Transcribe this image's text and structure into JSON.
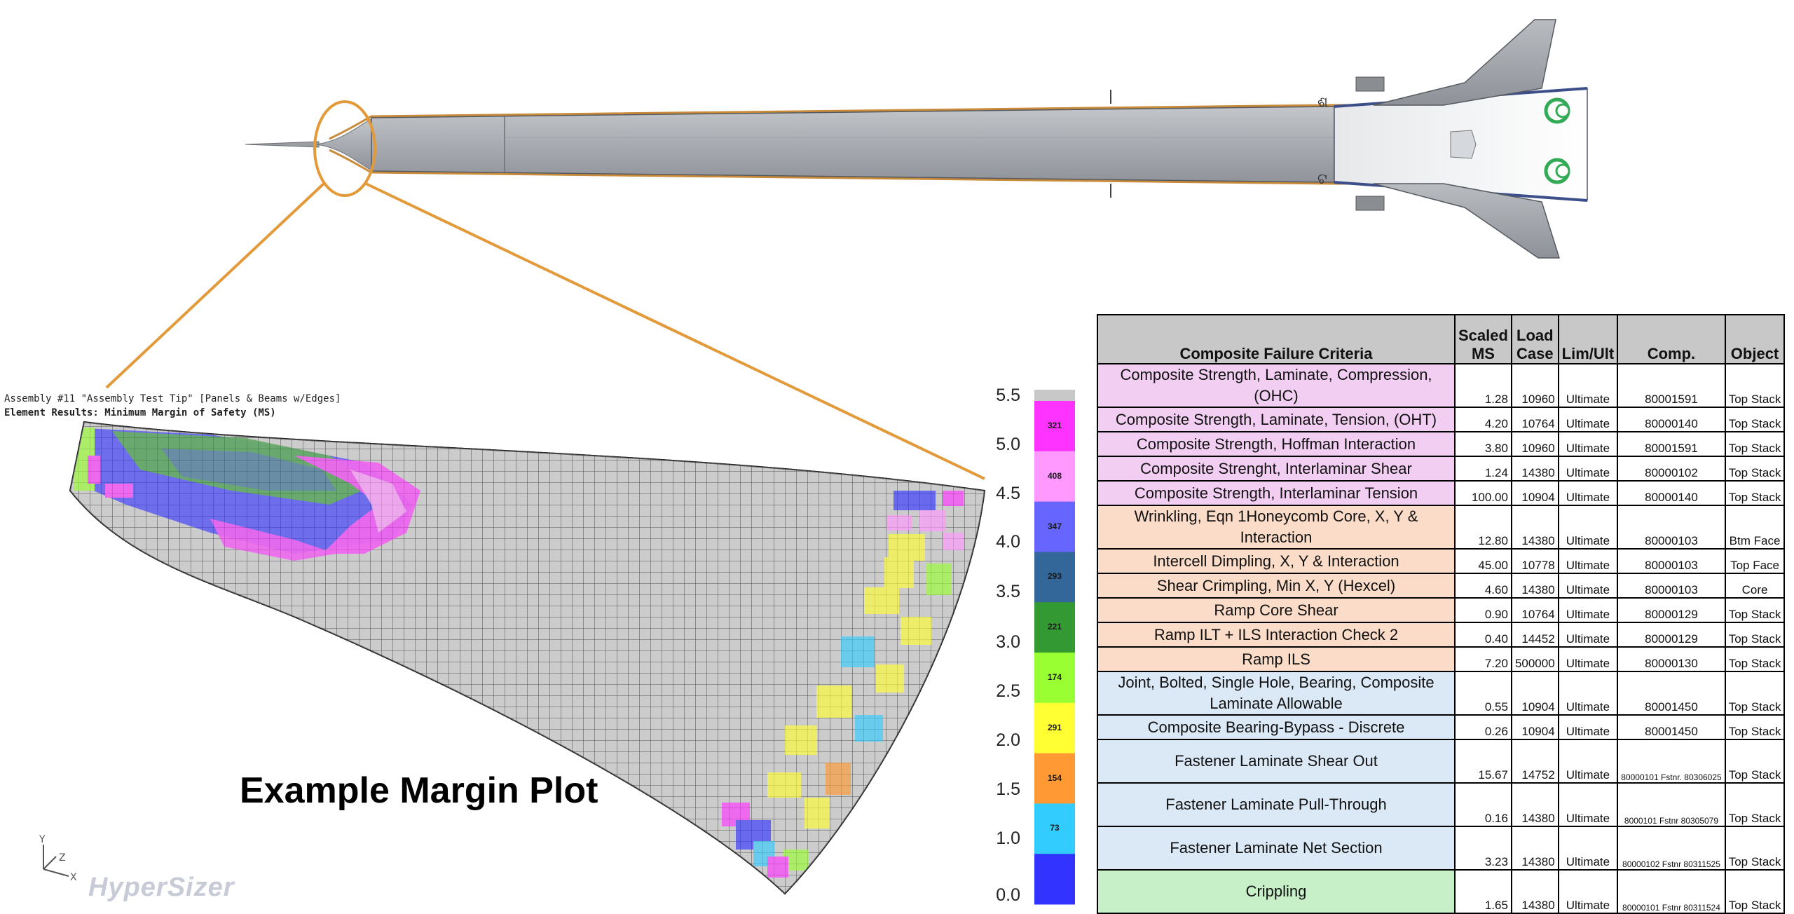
{
  "header": {
    "assembly_line": "Assembly #11 \"Assembly Test Tip\" [Panels & Beams w/Edges]",
    "results_line": "Element Results: Minimum Margin of Safety (MS)"
  },
  "plot_title": "Example Margin Plot",
  "logo_text": "HyperSizer",
  "vehicle": {
    "decal_top": "ଶ",
    "decal_bottom": "ଟ"
  },
  "legend": {
    "ticks": [
      "5.5",
      "5.0",
      "4.5",
      "4.0",
      "3.5",
      "3.0",
      "2.5",
      "2.0",
      "1.5",
      "1.0",
      "0.0"
    ],
    "bins": [
      {
        "count": "321",
        "color": "#ff33ff"
      },
      {
        "count": "408",
        "color": "#ff99ff"
      },
      {
        "count": "347",
        "color": "#6666ff"
      },
      {
        "count": "293",
        "color": "#336699"
      },
      {
        "count": "221",
        "color": "#339933"
      },
      {
        "count": "174",
        "color": "#99ff33"
      },
      {
        "count": "291",
        "color": "#ffff33"
      },
      {
        "count": "154",
        "color": "#ff9933"
      },
      {
        "count": "73",
        "color": "#33ccff"
      },
      {
        "count": "",
        "color": "#3333ff"
      }
    ]
  },
  "colors": {
    "ring": "#e39a3a",
    "mesh_gray": "#c9c9c9",
    "pink_row": "#f2cff2",
    "peach_row": "#fbdcc8",
    "blue_row": "#dbe8f6",
    "green_row": "#c8f0c8",
    "header_gray": "#c8c8c8"
  },
  "table": {
    "headers": {
      "criteria": "Composite Failure Criteria",
      "ms_1": "Scaled",
      "ms_2": "MS",
      "load_1": "Load",
      "load_2": "Case",
      "lim": "Lim/Ult",
      "comp": "Comp.",
      "object": "Object"
    },
    "rows": [
      {
        "criteria": "Composite Strength, Laminate, Compression, (OHC)",
        "ms": "1.28",
        "load": "10960",
        "lim": "Ultimate",
        "comp": "80001591",
        "object": "Top Stack",
        "group": "pink"
      },
      {
        "criteria": "Composite Strength, Laminate, Tension, (OHT)",
        "ms": "4.20",
        "load": "10764",
        "lim": "Ultimate",
        "comp": "80000140",
        "object": "Top Stack",
        "group": "pink"
      },
      {
        "criteria": "Composite Strength, Hoffman Interaction",
        "ms": "3.80",
        "load": "10960",
        "lim": "Ultimate",
        "comp": "80001591",
        "object": "Top Stack",
        "group": "pink"
      },
      {
        "criteria": "Composite Strenght, Interlaminar Shear",
        "ms": "1.24",
        "load": "14380",
        "lim": "Ultimate",
        "comp": "80000102",
        "object": "Top Stack",
        "group": "pink"
      },
      {
        "criteria": "Composite Strength, Interlaminar Tension",
        "ms": "100.00",
        "load": "10904",
        "lim": "Ultimate",
        "comp": "80000140",
        "object": "Top Stack",
        "group": "pink"
      },
      {
        "criteria": "Wrinkling, Eqn 1Honeycomb Core, X, Y & Interaction",
        "ms": "12.80",
        "load": "14380",
        "lim": "Ultimate",
        "comp": "80000103",
        "object": "Btm Face",
        "group": "peach"
      },
      {
        "criteria": "Intercell Dimpling, X, Y & Interaction",
        "ms": "45.00",
        "load": "10778",
        "lim": "Ultimate",
        "comp": "80000103",
        "object": "Top Face",
        "group": "peach"
      },
      {
        "criteria": "Shear Crimpling, Min X, Y (Hexcel)",
        "ms": "4.60",
        "load": "14380",
        "lim": "Ultimate",
        "comp": "80000103",
        "object": "Core",
        "group": "peach"
      },
      {
        "criteria": "Ramp Core Shear",
        "ms": "0.90",
        "load": "10764",
        "lim": "Ultimate",
        "comp": "80000129",
        "object": "Top Stack",
        "group": "peach"
      },
      {
        "criteria": "Ramp ILT + ILS Interaction Check 2",
        "ms": "0.40",
        "load": "14452",
        "lim": "Ultimate",
        "comp": "80000129",
        "object": "Top Stack",
        "group": "peach"
      },
      {
        "criteria": "Ramp ILS",
        "ms": "7.20",
        "load": "500000",
        "lim": "Ultimate",
        "comp": "80000130",
        "object": "Top Stack",
        "group": "peach"
      },
      {
        "criteria": "Joint, Bolted, Single Hole, Bearing, Composite Laminate Allowable",
        "ms": "0.55",
        "load": "10904",
        "lim": "Ultimate",
        "comp": "80001450",
        "object": "Top Stack",
        "group": "blue"
      },
      {
        "criteria": "Composite Bearing-Bypass - Discrete",
        "ms": "0.26",
        "load": "10904",
        "lim": "Ultimate",
        "comp": "80001450",
        "object": "Top Stack",
        "group": "blue"
      },
      {
        "criteria": "Fastener Laminate Shear Out",
        "ms": "15.67",
        "load": "14752",
        "lim": "Ultimate",
        "comp": "80000101 Fstnr. 80306025",
        "object": "Top Stack",
        "group": "blue"
      },
      {
        "criteria": "Fastener Laminate Pull-Through",
        "ms": "0.16",
        "load": "14380",
        "lim": "Ultimate",
        "comp": "8000101 Fstnr 80305079",
        "object": "Top Stack",
        "group": "blue"
      },
      {
        "criteria": "Fastener Laminate Net Section",
        "ms": "3.23",
        "load": "14380",
        "lim": "Ultimate",
        "comp": "80000102 Fstnr 80311525",
        "object": "Top Stack",
        "group": "blue"
      },
      {
        "criteria": "Crippling",
        "ms": "1.65",
        "load": "14380",
        "lim": "Ultimate",
        "comp": "80000101 Fstnr 80311524",
        "object": "Top Stack",
        "group": "green"
      }
    ]
  }
}
